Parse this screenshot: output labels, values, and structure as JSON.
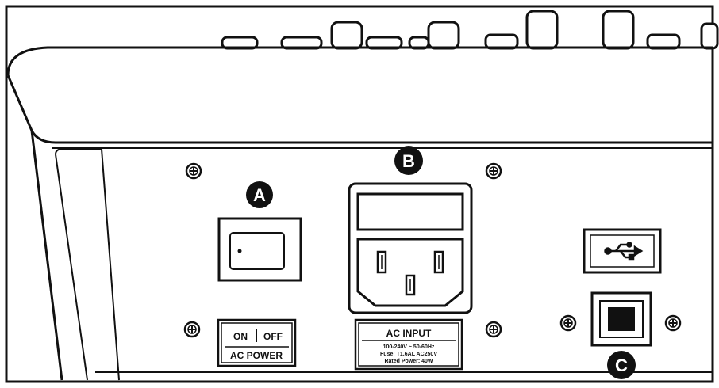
{
  "callouts": {
    "a": "A",
    "b": "B",
    "c": "C"
  },
  "power_label": {
    "on": "ON",
    "off": "OFF",
    "title": "AC POWER"
  },
  "ac_input_label": {
    "title": "AC INPUT",
    "line1": "100-240V ~ 50-60Hz",
    "line2": "Fuse: T1.6AL AC250V",
    "line3": "Rated Power: 40W"
  },
  "icons": {
    "usb_type_a": "usb-trident-icon",
    "usb_type_b": "usb-b-port-icon",
    "screws": "phillips-screw-icon"
  },
  "colors": {
    "ink": "#111111",
    "paper": "#ffffff"
  }
}
